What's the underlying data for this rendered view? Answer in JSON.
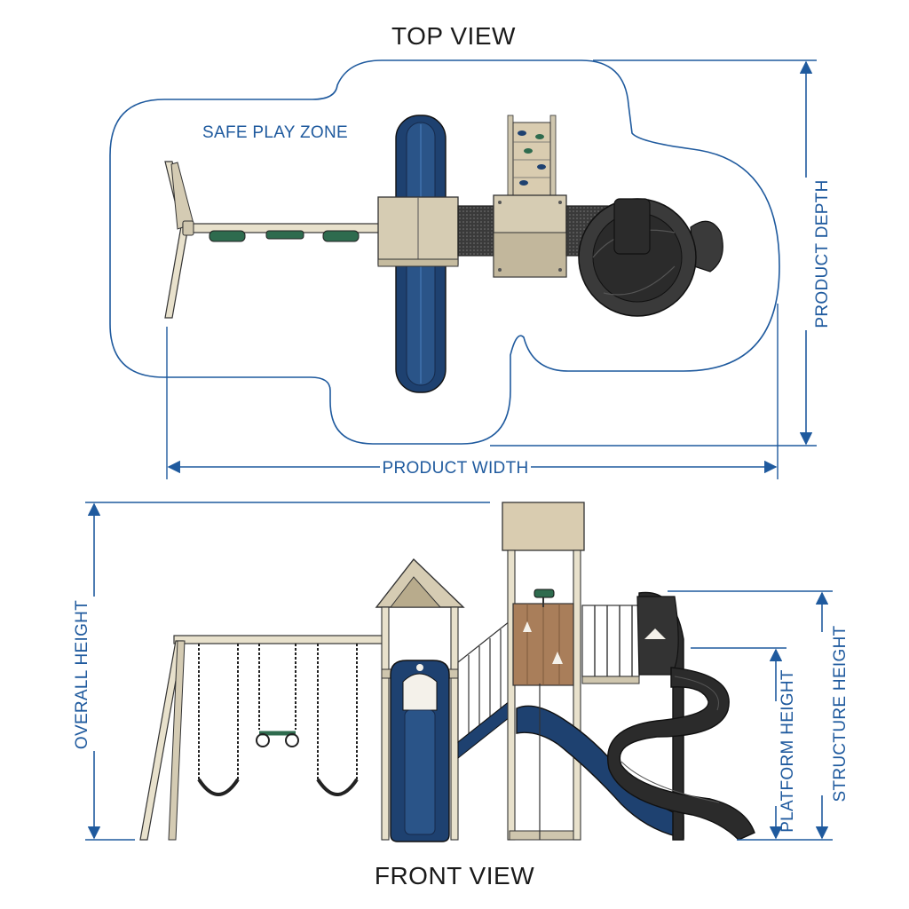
{
  "diagram": {
    "top_view_title": "TOP VIEW",
    "front_view_title": "FRONT VIEW",
    "safe_zone_label": "SAFE PLAY ZONE",
    "dimensions": {
      "product_width": "PRODUCT WIDTH",
      "product_depth": "PRODUCT DEPTH",
      "overall_height": "OVERALL HEIGHT",
      "platform_height": "PLATFORM HEIGHT",
      "structure_height": "STRUCTURE HEIGHT"
    }
  },
  "colors": {
    "dimension_blue": "#1f5a9e",
    "slide_blue": "#1e4170",
    "slide_dark": "#2b2b2b",
    "wood_beige": "#d9ccb0",
    "wood_brown": "#a97e5a",
    "frame_tan": "#e8e1cc",
    "seat_green": "#2e6b4e"
  }
}
